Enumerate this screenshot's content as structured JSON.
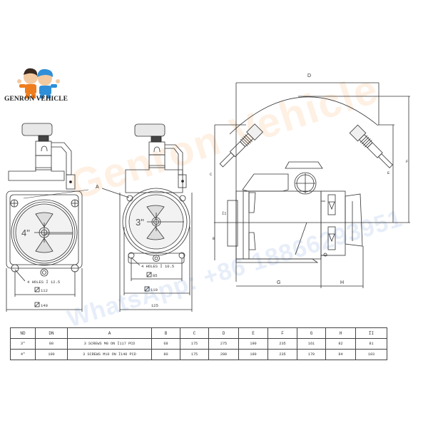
{
  "brand": {
    "name": "GENRON VEHICLE",
    "logo_icon": "two-mascot-kids-icon"
  },
  "watermarks": {
    "company": "Genron Vehicle",
    "contact": "WhatsApp: +86 18866293951"
  },
  "front_view_4in": {
    "size_label": "4\"",
    "holes_note": "4 HOLES Ï 12.5",
    "bolt_square": "112",
    "flange_square": "140"
  },
  "front_view_3in": {
    "size_label": "3\"",
    "holes_note": "4 HOLES Ï 10.5",
    "bolt_square": "85",
    "flange_square": "110",
    "overall_width": "125",
    "callout": "A"
  },
  "side_view": {
    "dim_top": "D",
    "dim_left": "C",
    "dim_right_inner": "E",
    "dim_right_outer": "F",
    "dim_bottom_left": "G",
    "dim_bottom_right": "H",
    "dim_port": "ÏI",
    "dim_lower": "B"
  },
  "table": {
    "headers": [
      "ND",
      "DN",
      "A",
      "B",
      "C",
      "D",
      "E",
      "F",
      "G",
      "H",
      "ÏI"
    ],
    "rows": [
      [
        "3\"",
        "80",
        "3 SCREWS M8 ON Ï117 PCD",
        "68",
        "175",
        "275",
        "190",
        "235",
        "161",
        "82",
        "81"
      ],
      [
        "4\"",
        "100",
        "3 SCREWS M10 ON Ï140 PCD",
        "80",
        "175",
        "280",
        "190",
        "235",
        "170",
        "84",
        "103"
      ]
    ]
  }
}
